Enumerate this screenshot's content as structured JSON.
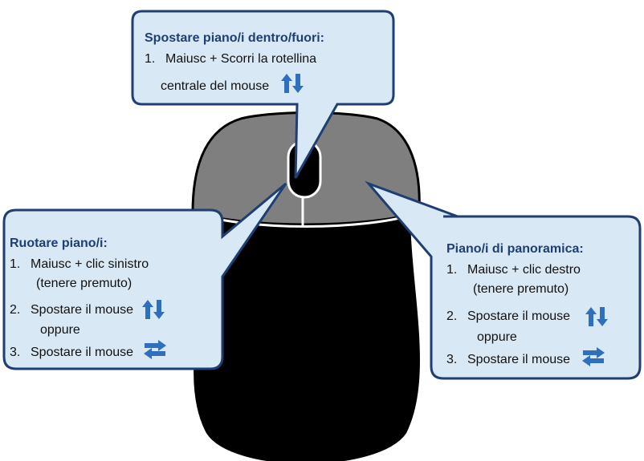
{
  "colors": {
    "callout_fill": "#d9e8f5",
    "callout_stroke": "#1f3e72",
    "arrow_blue": "#2e6fbe",
    "mouse_body": "#000000",
    "mouse_buttons": "#7f7f7f"
  },
  "callout_top": {
    "title": "Spostare piano/i dentro/fuori:",
    "item1_num": "1.",
    "item1_line1": "Maiusc + Scorri la rotellina",
    "item1_line2": "centrale del mouse",
    "icon": "up-down-arrows-icon"
  },
  "callout_left": {
    "title": "Ruotare piano/i:",
    "item1_num": "1.",
    "item1_line1": "Maiusc + clic sinistro",
    "item1_line2": "(tenere premuto)",
    "item2_num": "2.",
    "item2_line1": "Spostare il mouse",
    "item2_line2": "oppure",
    "item3_num": "3.",
    "item3_line1": "Spostare il mouse",
    "icons": [
      "up-down-arrows-icon",
      "left-right-arrows-icon"
    ]
  },
  "callout_right": {
    "title": "Piano/i di panoramica:",
    "item1_num": "1.",
    "item1_line1": "Maiusc + clic destro",
    "item1_line2": "(tenere premuto)",
    "item2_num": "2.",
    "item2_line1": "Spostare il mouse",
    "item2_line2": "oppure",
    "item3_num": "3.",
    "item3_line1": "Spostare il mouse",
    "icons": [
      "up-down-arrows-icon",
      "left-right-arrows-icon"
    ]
  }
}
